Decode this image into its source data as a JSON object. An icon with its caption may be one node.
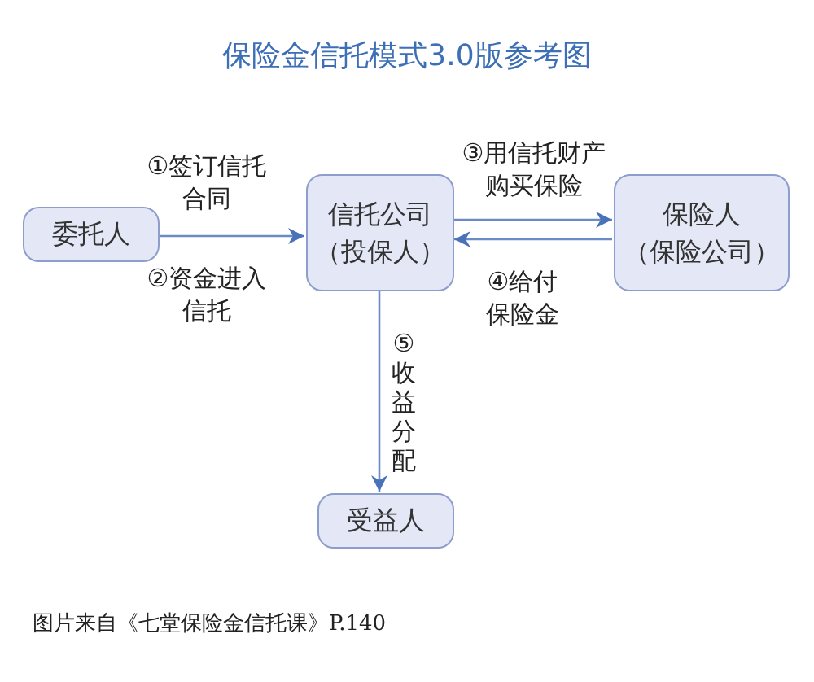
{
  "diagram": {
    "title": "保险金信托模式3.0版参考图",
    "nodes": [
      {
        "text": [
          "委托人"
        ]
      },
      {
        "text": [
          "信托公司（投保人）"
        ]
      },
      {
        "text": [
          "保险人（保险公司）"
        ]
      },
      {
        "text": [
          "受益人"
        ]
      }
    ],
    "edges": [
      {
        "from": 0,
        "to": 1,
        "arrow": "to",
        "label": "①签订信托合同"
      },
      {
        "from": 1,
        "to": 2,
        "arrow": "to",
        "label": "③用信托财产购买保险"
      },
      {
        "from": 2,
        "to": 1,
        "arrow": "to",
        "label": "④给付保险金"
      },
      {
        "from": 1,
        "to": 3,
        "arrow": "to",
        "label": "⑤收益分配"
      }
    ],
    "labels": [
      "②资金进入信托"
    ],
    "caption": "图片来自《七堂保险金信托课》P.140"
  }
}
